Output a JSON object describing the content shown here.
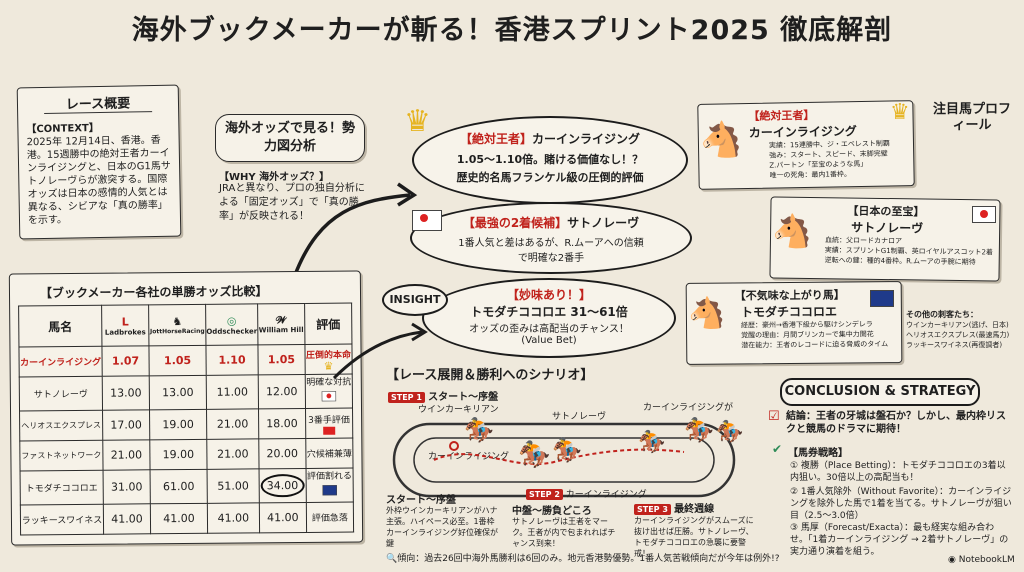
{
  "title": "海外ブックメーカーが斬る！香港スプリント2025 徹底解剖",
  "overview": {
    "heading": "レース概要",
    "context_label": "【CONTEXT】",
    "body": "2025年 12月14日、香港。香港。15週勝中の絶対王者カーインライジングと、日本のG1馬サトノレーヴらが激突する。国際オッズは日本の感情的人気とは異なる、シビアな「真の勝率」を示す。"
  },
  "oddsview": {
    "heading": "海外オッズで見る！勢力図分析",
    "why_label": "【WHY 海外オッズ？】",
    "body": "JRAと異なり、プロの独自分析による「固定オッズ」で「真の勝率」が反映される！"
  },
  "table": {
    "heading": "【ブックメーカー各社の単勝オッズ比較】",
    "col_horse": "馬名",
    "bookmakers": [
      "Ladbrokes",
      "JottHorseRacing",
      "Oddschecker",
      "William Hill"
    ],
    "col_eval": "評価",
    "rows": [
      {
        "name": "カーインライジング",
        "odds": [
          "1.07",
          "1.05",
          "1.10",
          "1.05"
        ],
        "eval": "圧倒的本命"
      },
      {
        "name": "サトノレーヴ",
        "odds": [
          "13.00",
          "13.00",
          "11.00",
          "12.00"
        ],
        "eval": "明確な対抗"
      },
      {
        "name": "ヘリオスエクスプレス",
        "odds": [
          "17.00",
          "19.00",
          "21.00",
          "18.00"
        ],
        "eval": "3番手評価"
      },
      {
        "name": "ファストネットワーク",
        "odds": [
          "21.00",
          "19.00",
          "21.00",
          "20.00"
        ],
        "eval": "穴候補兼薄"
      },
      {
        "name": "トモダチココロエ",
        "odds": [
          "31.00",
          "61.00",
          "51.00",
          "34.00"
        ],
        "eval": "評価割れる"
      },
      {
        "name": "ラッキースワイネス",
        "odds": [
          "41.00",
          "41.00",
          "41.00",
          "41.00"
        ],
        "eval": "評価急落"
      }
    ]
  },
  "king": {
    "tag": "【絶対王者】",
    "name": "カーインライジング",
    "line1": "1.05〜1.10倍。賭ける価値なし！？",
    "line2": "歴史的名馬フランケル級の圧倒的評価"
  },
  "second": {
    "tag": "【最強の2着候補】",
    "name": "サトノレーヴ",
    "line1": "1番人気と差はあるが、R.ムーアへの信頼",
    "line2": "で明確な2番手"
  },
  "insight": {
    "label": "INSIGHT",
    "tag": "【妙味あり！】",
    "name": "トモダチココロエ 31〜61倍",
    "line1": "オッズの歪みは高配当のチャンス！",
    "line2": "(Value Bet)"
  },
  "scenario": {
    "heading": "【レース展開＆勝利へのシナリオ】",
    "step1_label": "STEP 1",
    "step1_title": "スタート〜序盤",
    "step2_label": "STEP 2",
    "step2_title": "中盤〜勝負どころ",
    "step2_text": "サトノレーヴは王者をマーク。王者が内で包まれればチャンス到来！",
    "step3_label": "STEP 3",
    "step3_title": "最終週線",
    "step3_text": "カーインライジングがスムーズに抜け出せば圧勝。サトノレーヴ、トモダチココロエの急襲に要警戒！",
    "start_title": "スタート〜序盤",
    "start_text": "外枠ウインカーキリアンがハナ主張。ハイペース必至。1番枠カーインライジング好位確保が鍵",
    "lbl_winker": "ウインカーキリアン",
    "lbl_satono": "サトノレーヴ",
    "lbl_kain": "カーインライジング",
    "lbl_kain2": "カーインライジングが",
    "lbl_kain3": "カーインライジング",
    "trend": "傾向：過去26回中海外馬勝利は6回のみ。地元香港勢優勢。1番人気苦戦傾向だが今年は例外!?"
  },
  "profiles": {
    "heading": "注目馬プロフィール",
    "p1": {
      "tag": "【絶対王者】",
      "name": "カーインライジング",
      "lines": [
        "実績：15連勝中、ジ・エベレスト制覇",
        "強み：スタート、スピード、末脚完璧",
        "Z.パートン「至宝のような馬」",
        "唯一の死角：最内1番枠。"
      ]
    },
    "p2": {
      "tag": "【日本の至宝】",
      "name": "サトノレーヴ",
      "lines": [
        "血統：父ロードカナロア",
        "実績：スプリントG1制覇、英ロイヤルアスコット2着",
        "逆転への鍵：種的4番枠。R.ムーアの手腕に期待"
      ]
    },
    "p3": {
      "tag": "【不気味な上がり馬】",
      "name": "トモダチココロエ",
      "lines": [
        "経歴：豪州→香港下級から駆けシンデレラ",
        "覚醒の理由：月間ブリンカーで集中力開花",
        "潜在能力：王者のレコードに迫る脅威のタイム"
      ]
    },
    "others_heading": "その他の刺客たち：",
    "others": [
      "ウインカーキリアン(逃げ、日本)",
      "ヘリオスエクスプレス(最速馬力)",
      "ラッキースワイネス(再復調者)"
    ]
  },
  "conclusion": {
    "heading": "CONCLUSION & STRATEGY",
    "verdict": "結論：王者の牙城は盤石か？しかし、最内枠リスクと競馬のドラマに期待！",
    "strategy_label": "【馬券戦略】",
    "items": [
      "① 複勝（Place Betting）：トモダチココロエの3着以内狙い。30倍以上の高配当も！",
      "② 1番人気除外（Without Favorite）：カーインライジングを除外した馬で1着を当てる。サトノレーヴが狙い目（2.5〜3.0倍）",
      "③ 馬厚（Forecast/Exacta）：最も経実な組み合わせ。「1着カーインライジング → 2着サトノレーヴ」の実力通り演着を組う。"
    ]
  },
  "brand": "NotebookLM",
  "colors": {
    "accent_red": "#c0221c",
    "ink": "#1f1f1f",
    "paper": "#f6f2e8",
    "gold": "#e6b422"
  }
}
